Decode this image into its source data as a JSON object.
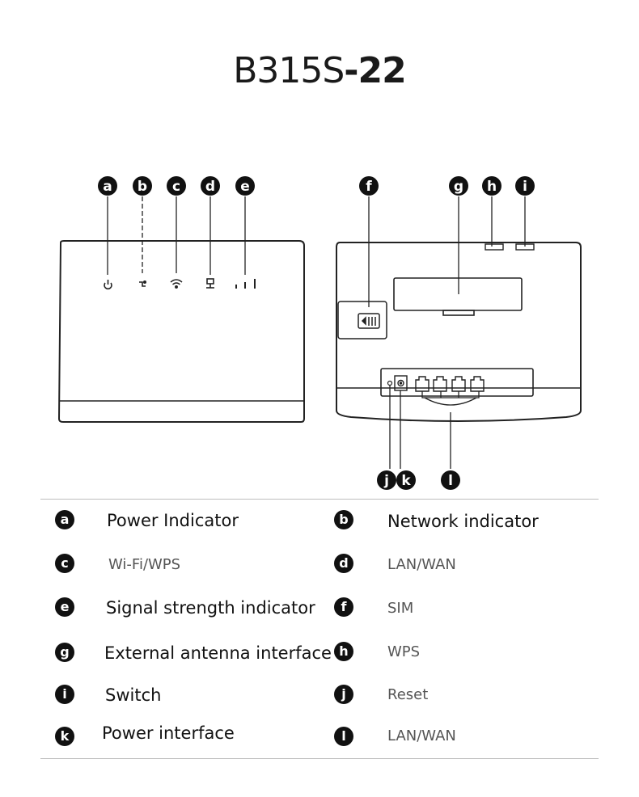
{
  "title": {
    "model": "B315S",
    "suffix": "-22"
  },
  "callouts": {
    "front": [
      "a",
      "b",
      "c",
      "d",
      "e"
    ],
    "back_top": [
      "f",
      "g",
      "h",
      "i"
    ],
    "back_bottom": [
      "j",
      "k",
      "l"
    ]
  },
  "legend": [
    {
      "letter": "a",
      "label": "Power Indicator"
    },
    {
      "letter": "b",
      "label": "Network indicator"
    },
    {
      "letter": "c",
      "label": "Wi-Fi/WPS"
    },
    {
      "letter": "d",
      "label": "LAN/WAN"
    },
    {
      "letter": "e",
      "label": "Signal strength indicator"
    },
    {
      "letter": "f",
      "label": "SIM"
    },
    {
      "letter": "g",
      "label": "External antenna interface"
    },
    {
      "letter": "h",
      "label": "WPS"
    },
    {
      "letter": "i",
      "label": "Switch"
    },
    {
      "letter": "j",
      "label": "Reset"
    },
    {
      "letter": "k",
      "label": "Power interface"
    },
    {
      "letter": "l",
      "label": "LAN/WAN"
    }
  ]
}
